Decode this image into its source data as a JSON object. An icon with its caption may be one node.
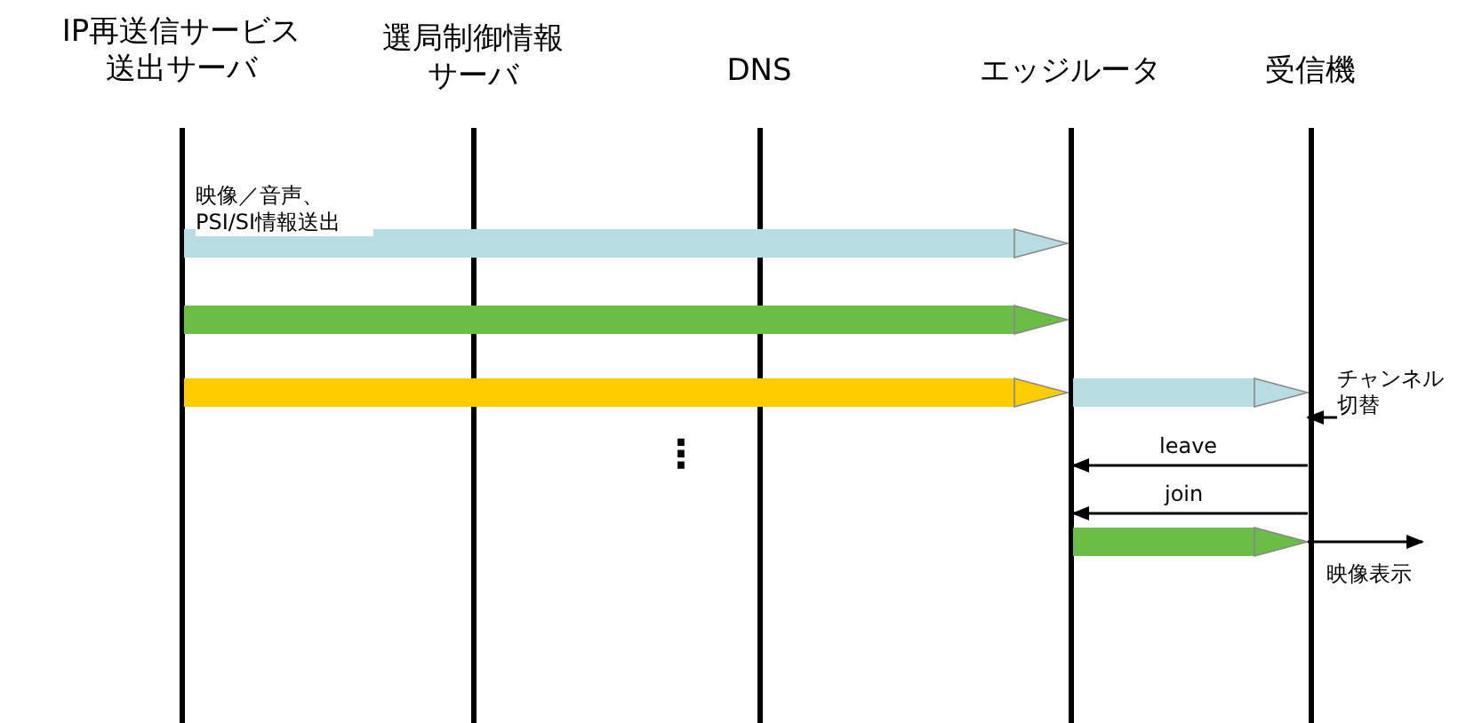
{
  "diagram": {
    "nodes": [
      {
        "text": [
          "IP再送信サービス送出サーバ"
        ]
      },
      {
        "text": [
          "選局制御情報サーバ"
        ]
      },
      {
        "text": [
          "DNS"
        ]
      },
      {
        "text": [
          "エッジルータ"
        ]
      },
      {
        "text": [
          "受信機"
        ]
      }
    ],
    "edges": [
      {
        "from": 0,
        "to": 3,
        "arrow": "to",
        "label": "映像／音声、PSI/SI情報送出",
        "color": "#b7dde3"
      },
      {
        "from": 0,
        "to": 3,
        "arrow": "to",
        "color": "#6abd45"
      },
      {
        "from": 0,
        "to": 3,
        "arrow": "to",
        "color": "#ffcc00"
      },
      {
        "from": 3,
        "to": 4,
        "arrow": "to",
        "color": "#b7dde3"
      },
      {
        "from": null,
        "to": 4,
        "arrow": "to",
        "label": "チャンネル切替"
      },
      {
        "from": 4,
        "to": 3,
        "arrow": "to",
        "label": "leave"
      },
      {
        "from": 4,
        "to": 3,
        "arrow": "to",
        "label": "join"
      },
      {
        "from": 3,
        "to": 4,
        "arrow": "to",
        "color": "#6abd45"
      },
      {
        "from": 4,
        "to": null,
        "arrow": "to",
        "label": "映像表示"
      }
    ],
    "labels": [
      "⋮"
    ]
  }
}
